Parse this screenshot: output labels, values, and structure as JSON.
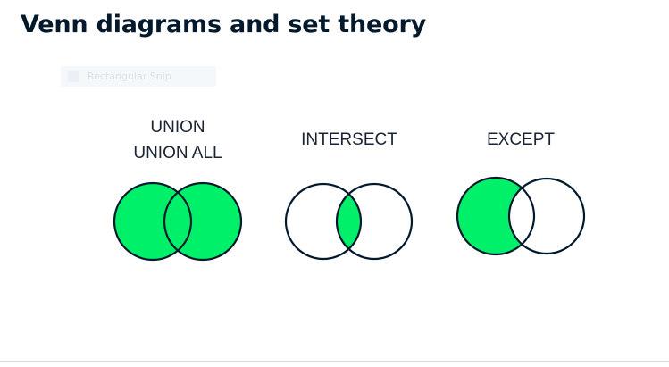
{
  "slide": {
    "title": "Venn diagrams and set theory"
  },
  "overlay": {
    "ghost_label": "Rectangular Snip"
  },
  "operations": [
    {
      "id": "union",
      "lines": [
        "UNION",
        "UNION ALL"
      ],
      "shaded_region": "both circles"
    },
    {
      "id": "intersect",
      "lines": [
        "INTERSECT"
      ],
      "shaded_region": "overlap only"
    },
    {
      "id": "except",
      "lines": [
        "EXCEPT"
      ],
      "shaded_region": "left circle minus overlap"
    }
  ],
  "colors": {
    "fill": "#00f06a",
    "stroke": "#05192d",
    "text": "#1b2433",
    "title": "#05192d"
  }
}
